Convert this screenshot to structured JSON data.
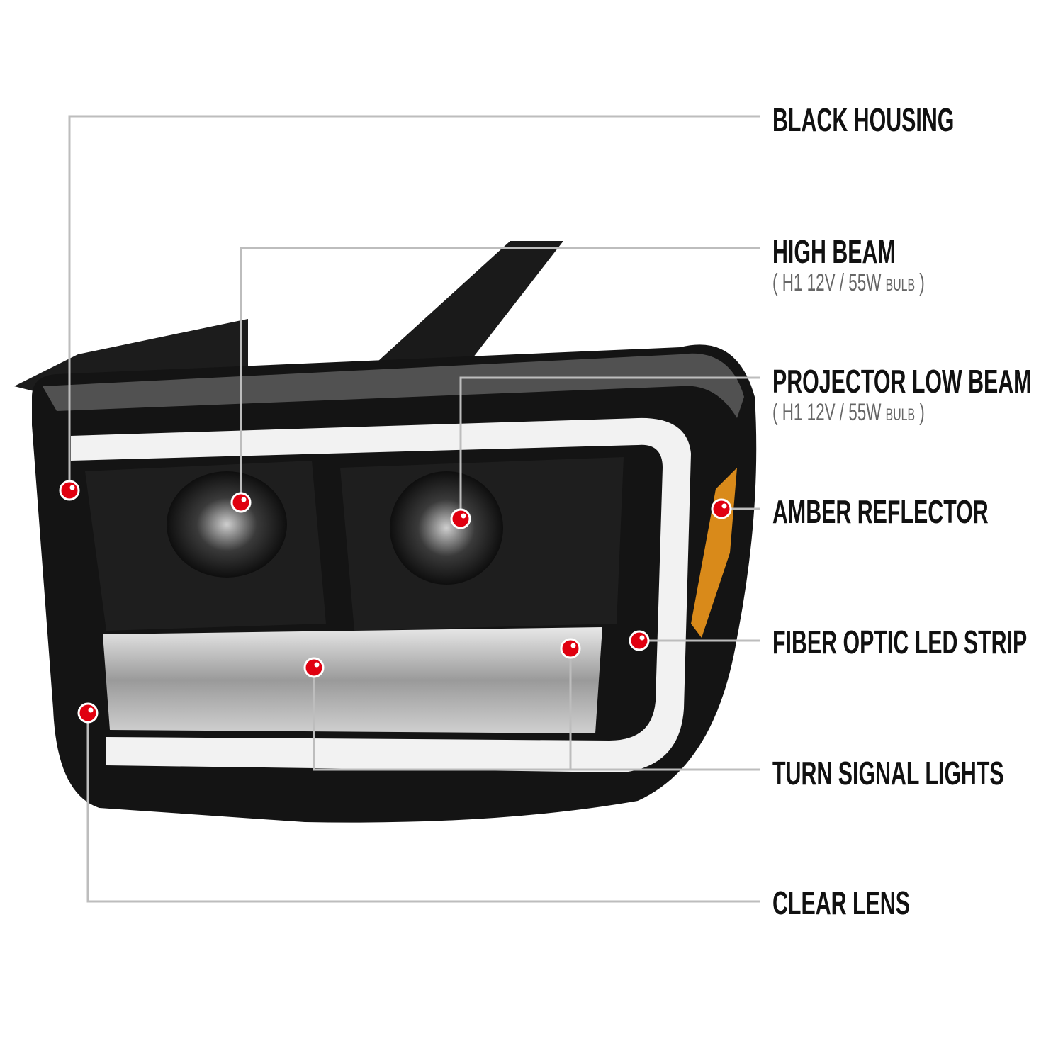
{
  "callouts": [
    {
      "id": "black-housing",
      "title": "BLACK HOUSING"
    },
    {
      "id": "high-beam",
      "title": "HIGH BEAM",
      "spec_open": "( H1  12V / 55W ",
      "spec_small": "BULB",
      "spec_close": " )"
    },
    {
      "id": "projector-low-beam",
      "title": "PROJECTOR LOW BEAM",
      "spec_open": "( H1  12V / 55W ",
      "spec_small": "BULB",
      "spec_close": " )"
    },
    {
      "id": "amber-reflector",
      "title": "AMBER REFLECTOR"
    },
    {
      "id": "fiber-optic-led-strip",
      "title": "FIBER OPTIC LED STRIP"
    },
    {
      "id": "turn-signal-lights",
      "title": "TURN SIGNAL LIGHTS"
    },
    {
      "id": "clear-lens",
      "title": "CLEAR LENS"
    }
  ],
  "colors": {
    "marker": "#e00010",
    "leader_line": "#bdbdbd",
    "housing": "#141414",
    "amber": "#d98a1a",
    "led_strip": "#f2f2f2"
  }
}
